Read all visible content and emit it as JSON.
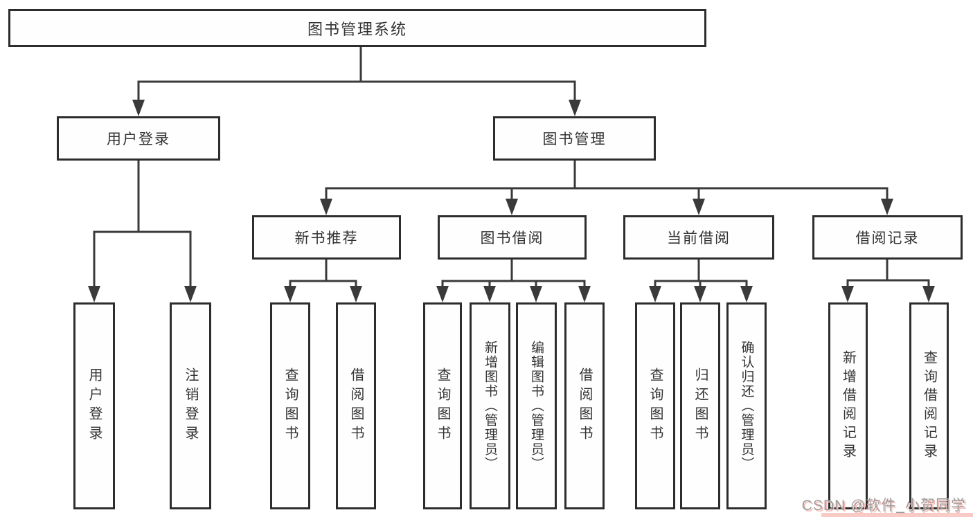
{
  "diagram": {
    "root": {
      "label": "图书管理系统"
    },
    "level1": [
      {
        "label": "用户登录",
        "children": [
          {
            "label": "用户登录"
          },
          {
            "label": "注销登录"
          }
        ]
      },
      {
        "label": "图书管理"
      }
    ],
    "level2": [
      {
        "label": "新书推荐",
        "children": [
          {
            "label": "查询图书"
          },
          {
            "label": "借阅图书"
          }
        ]
      },
      {
        "label": "图书借阅",
        "children": [
          {
            "label": "查询图书"
          },
          {
            "label": "新增图书（管理员）"
          },
          {
            "label": "编辑图书（管理员）"
          },
          {
            "label": "借阅图书"
          }
        ]
      },
      {
        "label": "当前借阅",
        "children": [
          {
            "label": "查询图书"
          },
          {
            "label": "归还图书"
          },
          {
            "label": "确认归还（管理员）"
          }
        ]
      },
      {
        "label": "借阅记录",
        "children": [
          {
            "label": "新增借阅记录"
          },
          {
            "label": "查询借阅记录"
          }
        ]
      }
    ]
  },
  "watermark": {
    "text": "CSDN @软件_小贺同学"
  },
  "colors": {
    "background": "#ffffff",
    "line": "#3a3a3a",
    "box_border": "#2d2d2d",
    "text": "#333333",
    "watermark": "#9e9e9e",
    "watermark_shadow": "#f6b9b4"
  }
}
